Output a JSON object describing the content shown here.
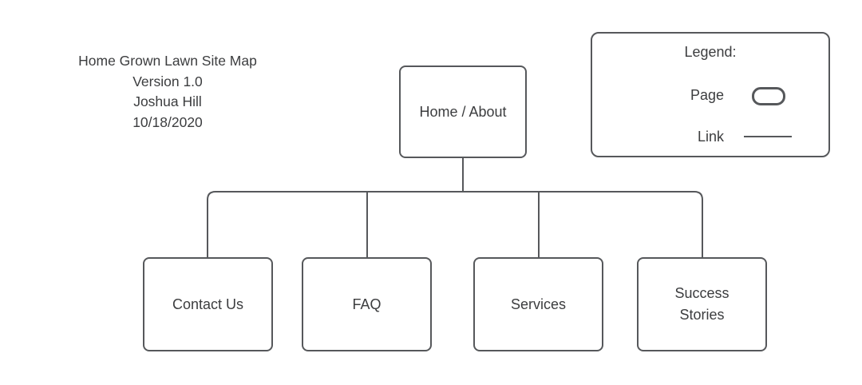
{
  "title_block": {
    "lines": [
      "Home Grown Lawn Site Map",
      "Version 1.0",
      "Joshua Hill",
      "10/18/2020"
    ]
  },
  "nodes": {
    "root": {
      "label": "Home / About"
    },
    "children": [
      {
        "label": "Contact Us"
      },
      {
        "label": "FAQ"
      },
      {
        "label": "Services"
      },
      {
        "label": "Success Stories"
      }
    ]
  },
  "legend": {
    "title": "Legend:",
    "items": [
      {
        "label": "Page",
        "icon": "page-shape-icon"
      },
      {
        "label": "Link",
        "icon": "link-line-icon"
      }
    ]
  },
  "colors": {
    "stroke": "#56585b",
    "text": "#3c3d3f",
    "background": "#ffffff"
  }
}
